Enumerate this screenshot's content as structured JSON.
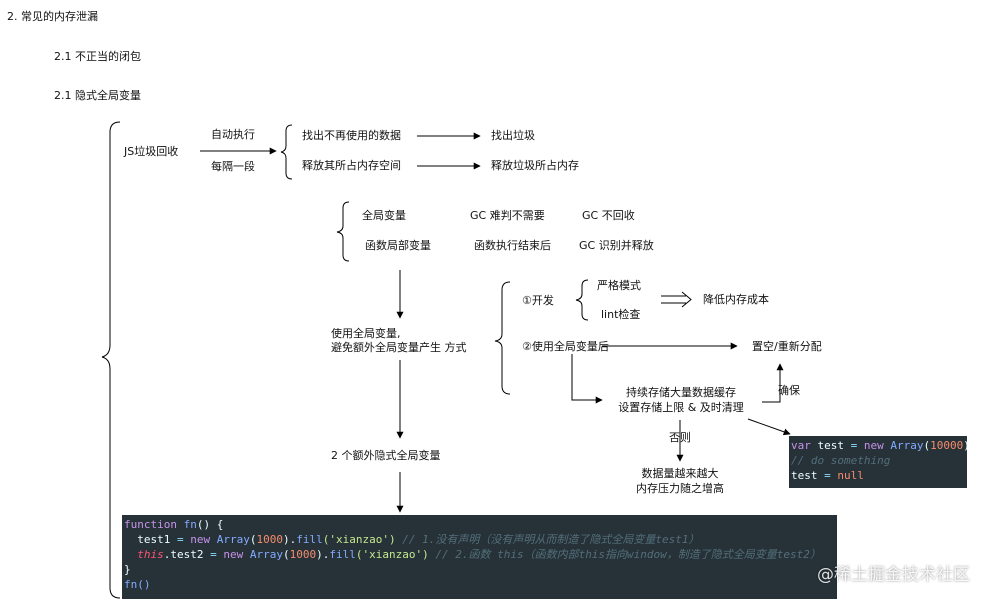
{
  "headings": {
    "h2": "2. 常见的内存泄漏",
    "h21a": "2.1 不正当的闭包",
    "h21b": "2.1 隐式全局变量"
  },
  "gc": {
    "root": "JS垃圾回收",
    "auto": "自动执行",
    "interval": "每隔一段",
    "find_unused": "找出不再使用的数据",
    "find_garbage": "找出垃圾",
    "release_space": "释放其所占内存空间",
    "release_garbage": "释放垃圾所占内存"
  },
  "vars": {
    "global": "全局变量",
    "global_gc": "GC 难判不需要",
    "global_no": "GC 不回收",
    "local": "函数局部变量",
    "local_end": "函数执行结束后",
    "local_gc": "GC 识别并释放"
  },
  "usage": {
    "use_global": "使用全局变量,",
    "avoid": "避免额外全局变量产生 方式",
    "dev": "①开发",
    "strict": "严格模式",
    "lint": "lint检查",
    "lower_cost": "降低内存成本",
    "after_global": "②使用全局变量后",
    "reset": "置空/重新分配",
    "cache_line1": "持续存储大量数据缓存",
    "cache_line2": "设置存储上限 & 及时清理",
    "ensure": "确保",
    "otherwise": "否则",
    "more_data1": "数据量越来越大",
    "more_data2": "内存压力随之增高",
    "two_implicit": "2 个额外隐式全局变量"
  },
  "code_small": {
    "line1": {
      "kw": "var",
      "name": " test ",
      "op": "=",
      "kw2": " new ",
      "fn": "Array",
      "open": "(",
      "num": "10000",
      "close": ")"
    },
    "line2": "// do something",
    "line3": {
      "name": "test ",
      "op": "=",
      "val": " null"
    }
  },
  "code_main": {
    "l1_kw": "function",
    "l1_name": " fn",
    "l1_rest": "() {",
    "l2_pre": "  test1 ",
    "l2_op": "=",
    "l2_new": " new ",
    "l2_fn": "Array",
    "l2_open": "(",
    "l2_num": "1000",
    "l2_mid": ").",
    "l2_fill": "fill",
    "l2_str": "('xianzao')",
    "l2_cm": " // 1.没有声明（没有声明从而制造了隐式全局变量test1）",
    "l3_this": "  this",
    "l3_pre": ".test2 ",
    "l3_op": "=",
    "l3_new": " new ",
    "l3_fn": "Array",
    "l3_open": "(",
    "l3_num": "1000",
    "l3_mid": ").",
    "l3_fill": "fill",
    "l3_str": "('xianzao')",
    "l3_cm": " // 2.函数 this（函数内部this指向window，制造了隐式全局变量test2）",
    "l4": "}",
    "l5": "fn()"
  },
  "watermark": "@稀土掘金技术社区"
}
